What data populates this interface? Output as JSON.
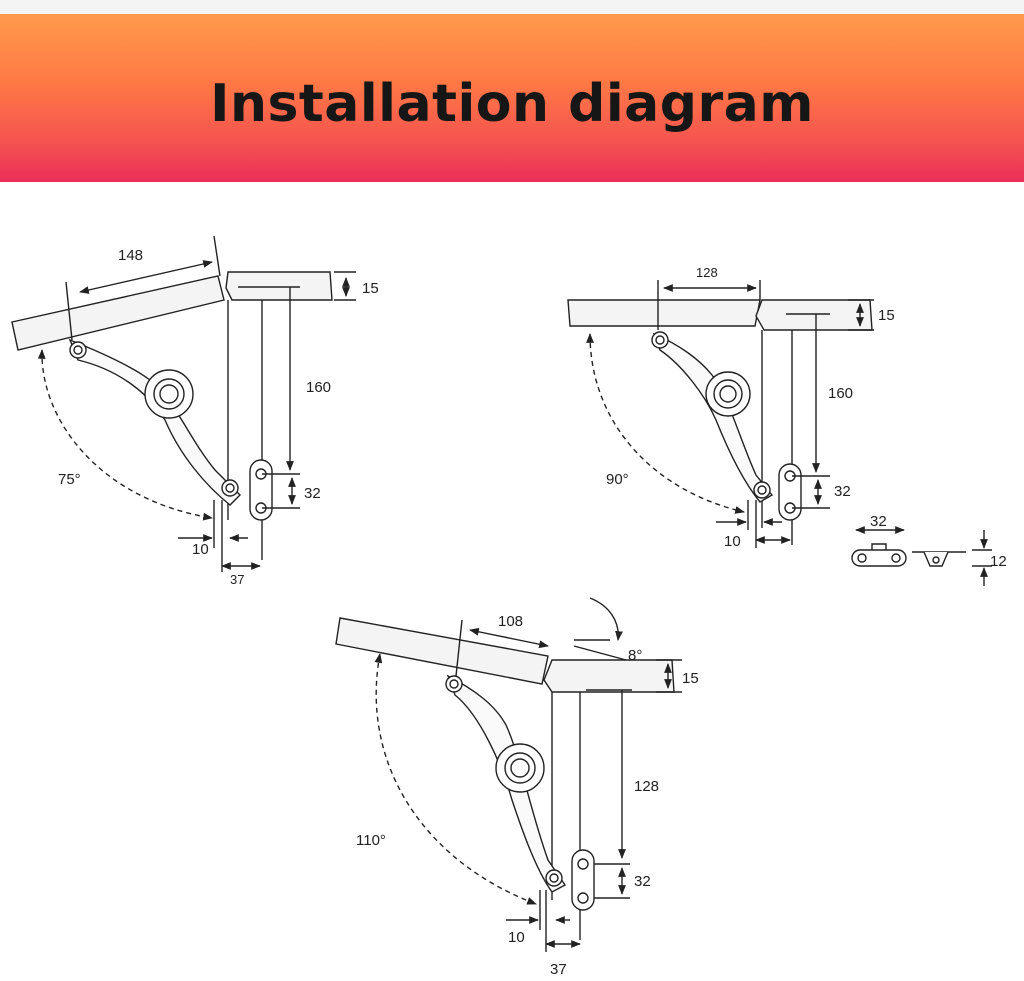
{
  "banner": {
    "title": "Installation diagram",
    "color_top": "#ff9a4c",
    "color_bottom": "#ea2f59"
  },
  "diagrams": {
    "d75": {
      "angle": "75°",
      "arm": "148",
      "thickness": "15",
      "height": "160",
      "spacing": "32",
      "offset": "10",
      "width": "37"
    },
    "d90": {
      "angle": "90°",
      "arm": "128",
      "thickness": "15",
      "height": "160",
      "spacing": "32",
      "offset": "10"
    },
    "d110": {
      "angle": "110°",
      "arm": "108",
      "tilt": "8°",
      "thickness": "15",
      "height": "128",
      "spacing": "32",
      "offset": "10",
      "width": "37"
    },
    "plate": {
      "length": "32",
      "height": "12"
    }
  }
}
